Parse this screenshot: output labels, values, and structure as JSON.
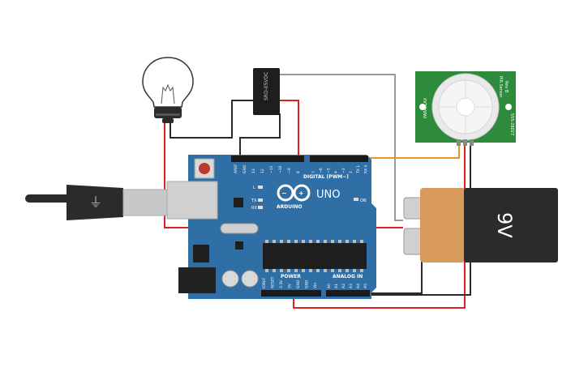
{
  "arduino": {
    "digital_label": "DIGITAL (PWM~)",
    "uno_label": "UNO",
    "brand_label": "ARDUINO",
    "power_label": "POWER",
    "analog_label": "ANALOG IN",
    "on_label": "ON",
    "led_l": "L",
    "led_tx": "TX",
    "led_rx": "RX",
    "header_top_left": [
      "AREF",
      "GND",
      "13",
      "12",
      "~11",
      "~10",
      "~9",
      "8"
    ],
    "header_top_right": [
      "7",
      "~6",
      "~5",
      "4",
      "~3",
      "2",
      "TX 1",
      "RX 0"
    ],
    "header_power": [
      "IOREF",
      "RESET",
      "3.3V",
      "5V",
      "GND",
      "GND",
      "Vin"
    ],
    "header_analog": [
      "A0",
      "A1",
      "A2",
      "A3",
      "A4",
      "A5"
    ]
  },
  "battery": {
    "label": "9V"
  },
  "pir_sensor": {
    "title_lines": [
      "PIR Sensor",
      "Rev B"
    ],
    "brand": "PARALLAX",
    "part_no": "555-28027"
  },
  "relay": {
    "text": "SRD-05VDC"
  },
  "colors": {
    "board": "#2f6fa5",
    "board_dark": "#1f5585",
    "wire_red": "#e02020",
    "wire_black": "#2a2a2a",
    "wire_gray": "#9a9a9a",
    "wire_orange": "#e8922a",
    "battery_copper": "#d89a5c",
    "battery_black": "#2b2b2b",
    "pir_green": "#2e8b3c"
  }
}
